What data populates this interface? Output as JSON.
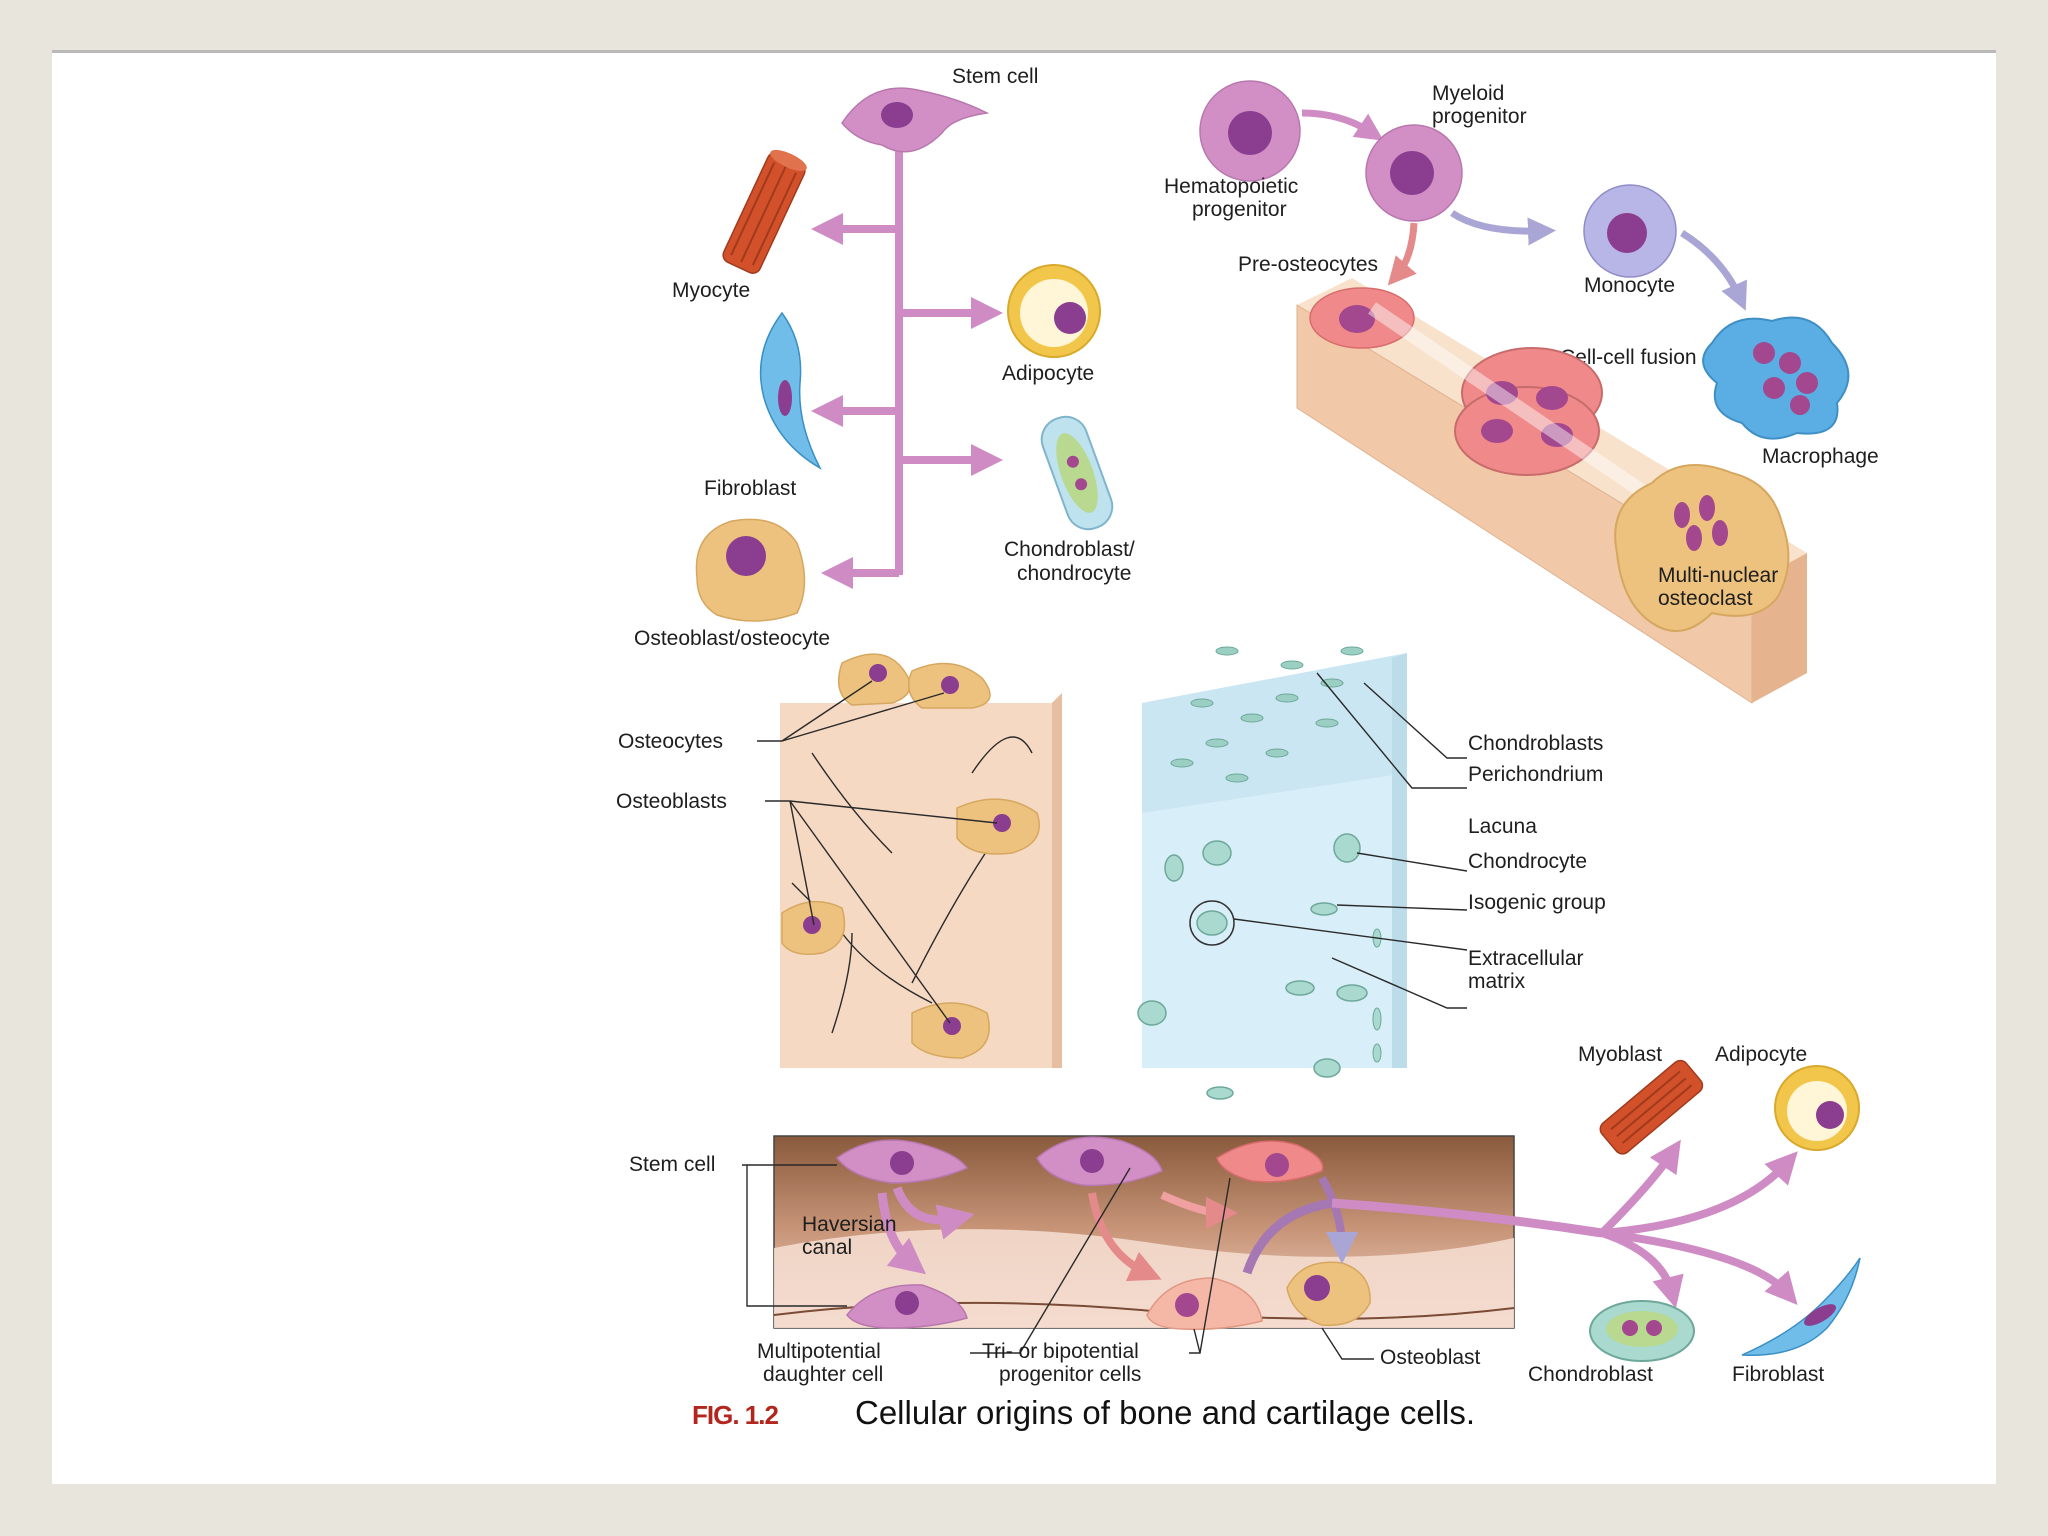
{
  "colors": {
    "stem": "#d28fc6",
    "nucleus": "#8b3d8f",
    "arrow": "#cf8cc4",
    "bone": "#f4d8bd",
    "osteo": "#edc27f",
    "cartilage": "#d8eef8",
    "caption_red": "#b3261e"
  },
  "mesenchymal": {
    "stem_cell": "Stem cell",
    "myocyte": "Myocyte",
    "adipocyte": "Adipocyte",
    "fibroblast": "Fibroblast",
    "chondroblast_1": "Chondroblast/",
    "chondroblast_2": "chondrocyte",
    "osteoblast": "Osteoblast/osteocyte"
  },
  "hematopoietic": {
    "hemato_1": "Hematopoietic",
    "hemato_2": "progenitor",
    "myeloid_1": "Myeloid",
    "myeloid_2": "progenitor",
    "pre_osteocytes": "Pre-osteocytes",
    "monocyte": "Monocyte",
    "fusion": "Cell-cell fusion",
    "macrophage": "Macrophage",
    "osteoclast_1": "Multi-nuclear",
    "osteoclast_2": "osteoclast"
  },
  "bone_block": {
    "osteocytes": "Osteocytes",
    "osteoblasts": "Osteoblasts"
  },
  "cartilage_block": {
    "chondroblasts": "Chondroblasts",
    "perichondrium": "Perichondrium",
    "lacuna": "Lacuna",
    "chondrocyte": "Chondrocyte",
    "isogenic": "Isogenic group",
    "ecm_1": "Extracellular",
    "ecm_2": "matrix"
  },
  "haversian": {
    "stem_cell": "Stem cell",
    "canal_1": "Haversian",
    "canal_2": "canal",
    "multipotential_1": "Multipotential",
    "multipotential_2": "daughter cell",
    "tri_1": "Tri- or bipotential",
    "tri_2": "progenitor cells",
    "osteoblast": "Osteoblast",
    "myoblast": "Myoblast",
    "adipocyte": "Adipocyte",
    "chondroblast": "Chondroblast",
    "fibroblast": "Fibroblast"
  },
  "caption": {
    "number": "FIG. 1.2",
    "text": "Cellular origins of bone and cartilage cells."
  }
}
